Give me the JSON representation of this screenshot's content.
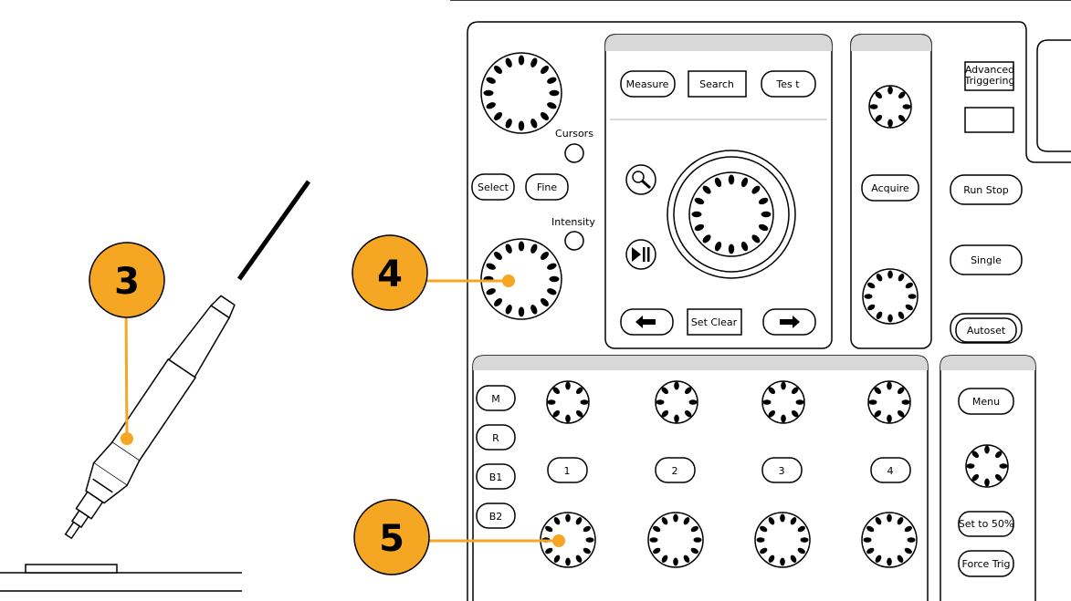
{
  "callouts": [
    {
      "id": "3",
      "label": "3",
      "color": "#F5A623"
    },
    {
      "id": "4",
      "label": "4",
      "color": "#F5A623"
    },
    {
      "id": "5",
      "label": "5",
      "color": "#F5A623"
    }
  ],
  "panel": {
    "cursors_label": "Cursors",
    "intensity_label": "Intensity",
    "select_label": "Select",
    "fine_label": "Fine",
    "measure_label": "Measure",
    "search_label": "Search",
    "test_label": "Tes t",
    "set_clear_label": "Set Clear",
    "acquire_label": "Acquire",
    "advanced_triggering_line1": "Advanced",
    "advanced_triggering_line2": "Triggering",
    "run_stop_label": "Run Stop",
    "single_label": "Single",
    "autoset_label": "Autoset",
    "menu_label": "Menu",
    "set_to_50_label": "Set to 50%",
    "force_trig_label": "Force Trig",
    "left_buttons": [
      "M",
      "R",
      "B1",
      "B2"
    ],
    "channel_buttons": [
      "1",
      "2",
      "3",
      "4"
    ]
  },
  "colors": {
    "callout": "#F5A623",
    "line": "#F5A623",
    "stroke": "#000000"
  }
}
